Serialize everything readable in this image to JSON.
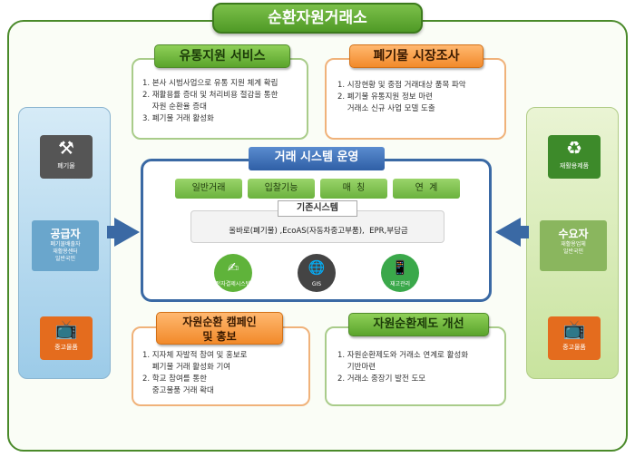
{
  "title": "순환자원거래소",
  "left_panel": {
    "top_icon": {
      "icon": "waste-items-icon",
      "label": "폐기물"
    },
    "party": {
      "name": "공급자",
      "lines": [
        "폐기물배출자",
        "재활용센터",
        "일반국민"
      ]
    },
    "bottom_icon": {
      "icon": "used-goods-icon",
      "label": "중고물품"
    }
  },
  "right_panel": {
    "top_icon": {
      "icon": "recycled-products-icon",
      "label": "재활용제품"
    },
    "party": {
      "name": "수요자",
      "lines": [
        "재활용업체",
        "일반국민"
      ]
    },
    "bottom_icon": {
      "icon": "used-goods-icon",
      "label": "중고물품"
    }
  },
  "distribution": {
    "title": "유통지원 서비스",
    "items": [
      "1. 본사 시범사업으로 유통 지원 체계 확립",
      "2. 재활용률 증대 및 처리비용 절감을 통한",
      "    자원 순환율 증대",
      "3. 폐기물 거래 활성화"
    ]
  },
  "market": {
    "title": "폐기물 시장조사",
    "items": [
      "1. 시장현황 및 중점 거래대상 품목 파악",
      "2. 폐기물 유통지원 정보 마련",
      "    거래소 신규 사업 모델 도출"
    ]
  },
  "system": {
    "title": "거래 시스템 운영",
    "functions": [
      "일반거래",
      "입찰기능",
      "매  칭",
      "연  계"
    ],
    "legacy_title": "기존시스템",
    "legacy_text": "올바로(폐기물) ,EcoAS(자동차중고부품),  EPR,부담금",
    "icons": [
      {
        "icon": "e-signature-icon",
        "label": "전자결제시스템"
      },
      {
        "icon": "gis-globe-icon",
        "label": "GIS"
      },
      {
        "icon": "inventory-icon",
        "label": "재고관리"
      }
    ]
  },
  "campaign": {
    "title_line1": "자원순환 캠페인",
    "title_line2": "및 홍보",
    "items": [
      "1. 지자체 자발적 참여 및 홍보로",
      "    폐기물 거래 활성화 기여",
      "2. 학교 참여를 통한",
      "    중고물품 거래 확대"
    ]
  },
  "policy": {
    "title": "자원순환제도 개선",
    "items": [
      "1. 자원순환제도와 거래소 연계로 활성화",
      "    기반마련",
      "2. 거래소 중장기 발전 도모"
    ]
  }
}
